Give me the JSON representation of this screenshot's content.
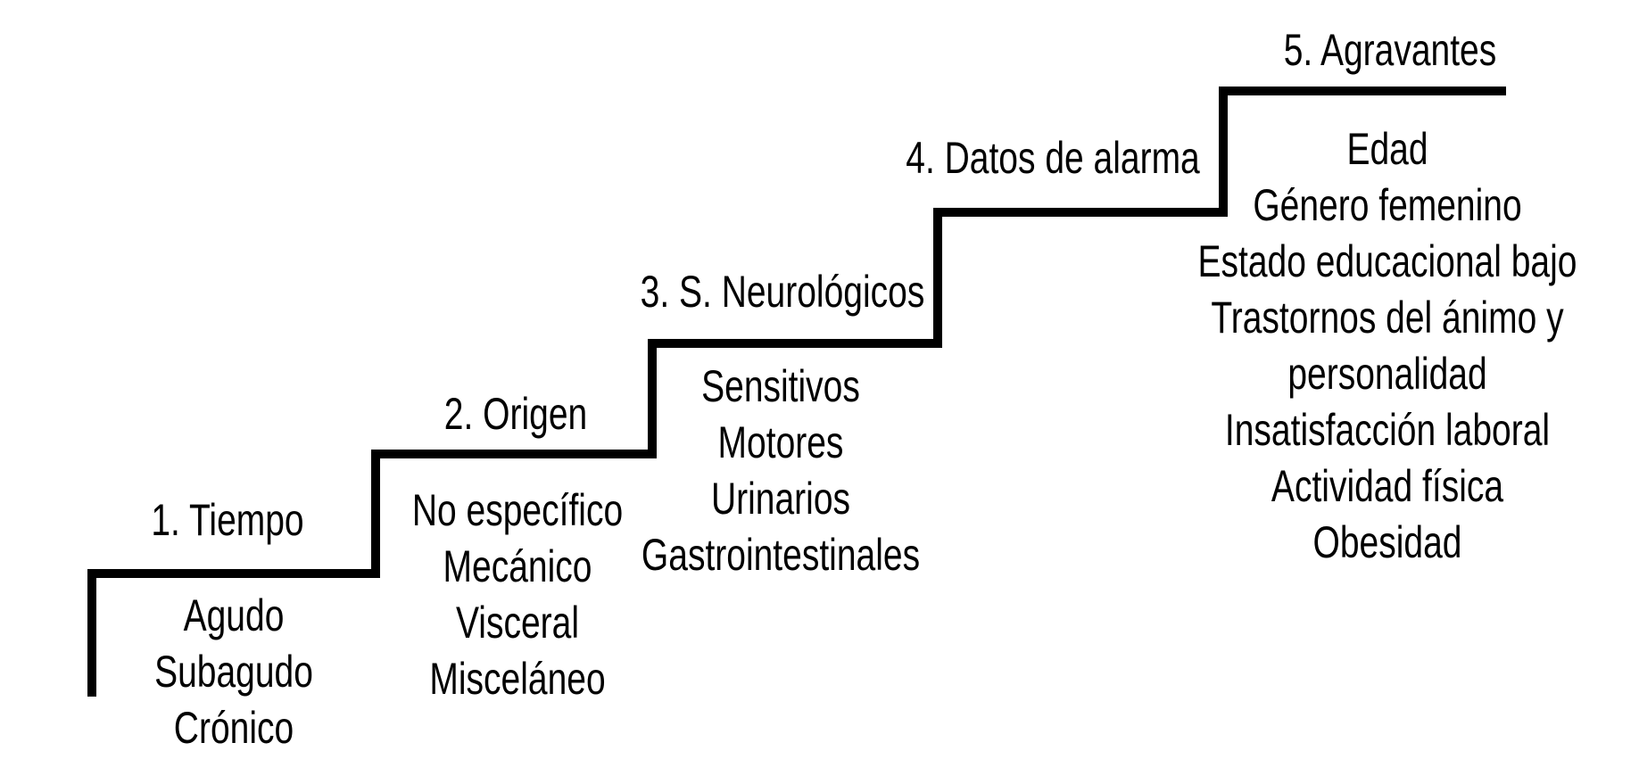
{
  "diagram": {
    "type": "staircase-diagram",
    "background_color": "#ffffff",
    "line_color": "#000000",
    "text_color": "#000000",
    "steps": [
      {
        "label": "1. Tiempo",
        "items": [
          "Agudo",
          "Subagudo",
          "Crónico"
        ]
      },
      {
        "label": "2. Origen",
        "items": [
          "No específico",
          "Mecánico",
          "Visceral",
          "Misceláneo"
        ]
      },
      {
        "label": "3. S. Neurológicos",
        "items": [
          "Sensitivos",
          "Motores",
          "Urinarios",
          "Gastrointestinales"
        ]
      },
      {
        "label": "4. Datos de alarma",
        "items": []
      },
      {
        "label": "5. Agravantes",
        "items": [
          "Edad",
          "Género femenino",
          "Estado educacional bajo",
          "Trastornos del ánimo y personalidad",
          "Insatisfacción laboral",
          "Actividad física",
          "Obesidad"
        ]
      }
    ]
  }
}
